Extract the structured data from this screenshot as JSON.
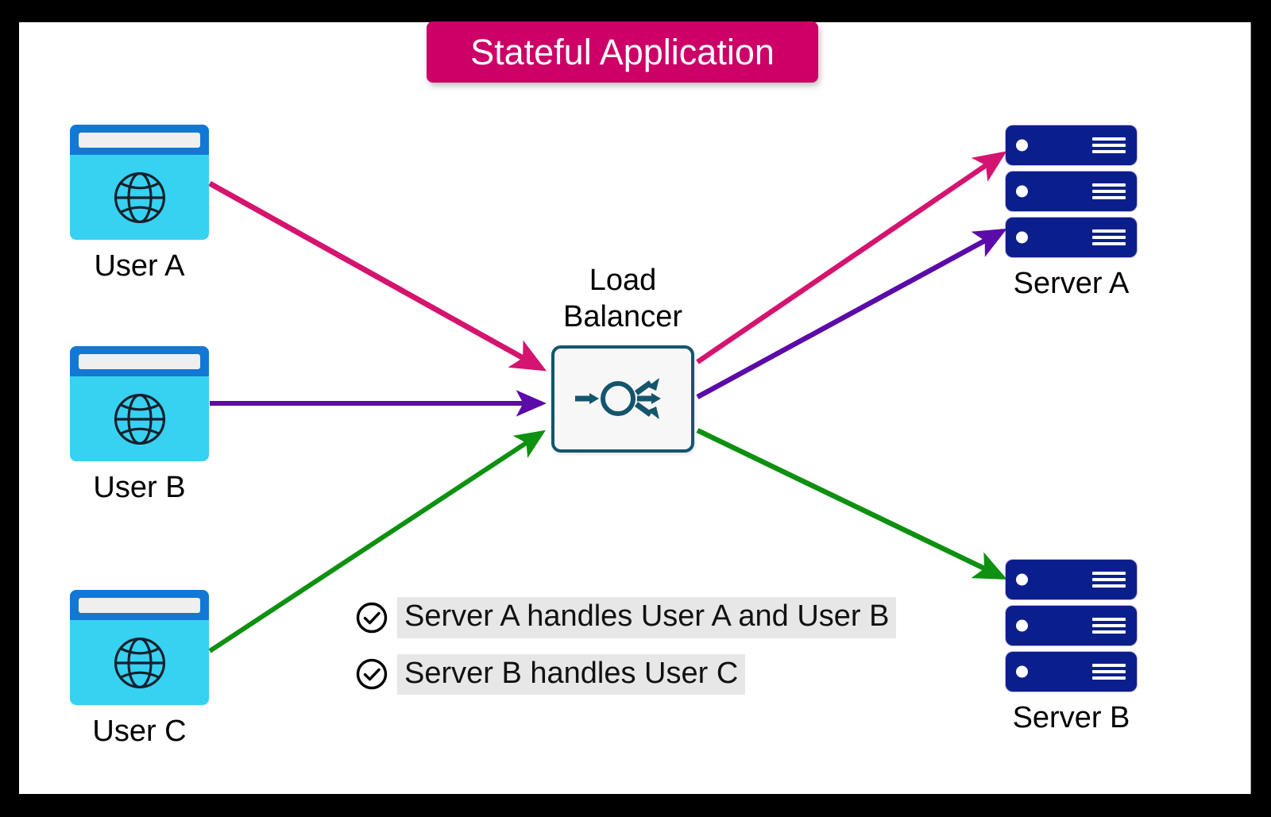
{
  "title": {
    "text": "Stateful Application",
    "badge_color": "#CC0066",
    "text_color": "#FFFFFF"
  },
  "canvas": {
    "background": "#FFFFFF",
    "frame_color": "#000000"
  },
  "users": [
    {
      "label": "User A",
      "icon": "browser-window-globe-icon"
    },
    {
      "label": "User B",
      "icon": "browser-window-globe-icon"
    },
    {
      "label": "User C",
      "icon": "browser-window-globe-icon"
    }
  ],
  "load_balancer": {
    "caption_line1": "Load",
    "caption_line2": "Balancer",
    "icon": "load-balancer-fanout-icon",
    "border_color": "#14556E",
    "fill_color": "#F7F7F7"
  },
  "servers": [
    {
      "label": "Server A",
      "icon": "server-rack-icon",
      "units": 3,
      "color": "#0B1F8C"
    },
    {
      "label": "Server B",
      "icon": "server-rack-icon",
      "units": 3,
      "color": "#0B1F8C"
    }
  ],
  "connections": [
    {
      "from": "User A",
      "to": "Load Balancer",
      "color": "#D4146E"
    },
    {
      "from": "User B",
      "to": "Load Balancer",
      "color": "#5B0BA8"
    },
    {
      "from": "User C",
      "to": "Load Balancer",
      "color": "#0E9010"
    },
    {
      "from": "Load Balancer",
      "to": "Server A unit 1",
      "color": "#D4146E"
    },
    {
      "from": "Load Balancer",
      "to": "Server A unit 3",
      "color": "#5B0BA8"
    },
    {
      "from": "Load Balancer",
      "to": "Server B unit 1",
      "color": "#0E9010"
    }
  ],
  "legend": {
    "items": [
      {
        "icon": "check-circle-icon",
        "text": "Server A handles User A and User B"
      },
      {
        "icon": "check-circle-icon",
        "text": "Server B handles User C"
      }
    ],
    "highlight_color": "#E7E7E7"
  },
  "palette": {
    "pink": "#D4146E",
    "purple": "#5B0BA8",
    "green": "#0E9010",
    "navy": "#0B1F8C",
    "browser_titlebar": "#1278D4",
    "browser_body": "#37D1F2",
    "browser_urlbar": "#EFEFEF",
    "teal": "#14556E"
  },
  "browser_window": {
    "titlebar_color": "#1278D4",
    "body_color": "#37D1F2",
    "urlbar_color": "#EFEFEF",
    "globe_color": "#14202B"
  }
}
